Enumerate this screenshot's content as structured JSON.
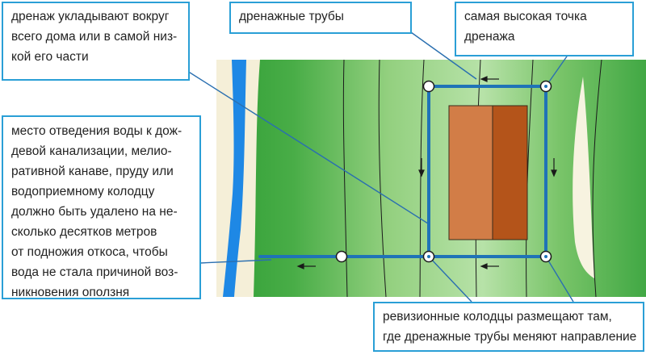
{
  "callouts": {
    "whole_house": [
      "дренаж укладывают вокруг",
      "всего дома или в самой низ-",
      "кой его части"
    ],
    "pipes": [
      "дренажные трубы"
    ],
    "highest_point": [
      "самая высокая точка",
      "дренажа"
    ],
    "outlet": [
      "место отведения воды к дож-",
      "девой канализации, мелио-",
      "ративной канаве, пруду или",
      "водоприемному колодцу",
      "должно быть удалено на не-",
      "сколько десятков метров",
      "от подножия откоса, чтобы",
      "вода не стала причиной воз-",
      "никновения оползня"
    ],
    "wells": [
      "ревизионные колодцы размещают там,",
      "где дренажные трубы меняют направление"
    ]
  },
  "colors": {
    "callout_border": "#2a9fd6",
    "pipe": "#1f73b7",
    "river": "#1e88e5",
    "sand": "#f5efd8",
    "grass_dark": "#2f9e35",
    "grass_light": "#b7e2a8",
    "house_left": "#d27d47",
    "house_right": "#b4541a",
    "leader": "#2a6fb0"
  },
  "icons": [
    "flow-arrow-left-icon",
    "flow-arrow-down-icon",
    "inspection-well-icon"
  ]
}
